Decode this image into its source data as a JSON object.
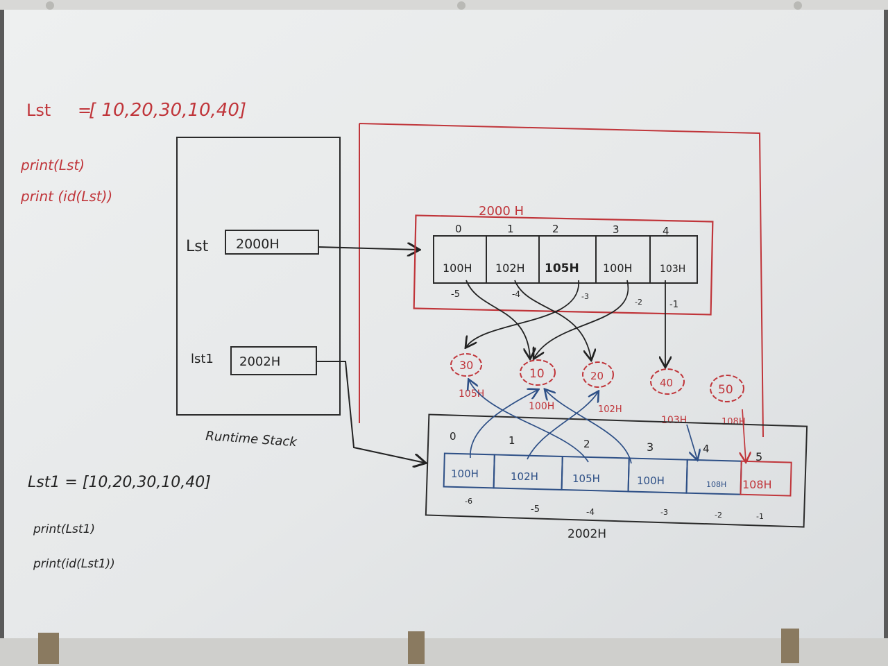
{
  "code_top": {
    "line1_name": "Lst",
    "line1_eq": "=",
    "line1_list": "[ 10,20,30,10,40]",
    "line2": "print(Lst)",
    "line3": "print (id(Lst))"
  },
  "code_bottom": {
    "line1": "Lst1 = [10,20,30,10,40]",
    "line2": "print(Lst1)",
    "line3": "print(id(Lst1))"
  },
  "stack": {
    "var1_name": "Lst",
    "var1_value": "2000H",
    "var2_name": "lst1",
    "var2_value": "2002H",
    "caption": "Runtime Stack"
  },
  "list1": {
    "address": "2000 H",
    "indices": [
      "0",
      "1",
      "2",
      "3",
      "4"
    ],
    "cells": [
      "100H",
      "102H",
      "105H",
      "100H",
      "103H"
    ],
    "neg_indices": [
      "-5",
      "-4",
      "-3",
      "-2",
      "-1"
    ]
  },
  "objects": [
    {
      "value": "30",
      "addr": "105H"
    },
    {
      "value": "10",
      "addr": "100H"
    },
    {
      "value": "20",
      "addr": "102H"
    },
    {
      "value": "40",
      "addr": "103H"
    },
    {
      "value": "50",
      "addr": "108H"
    }
  ],
  "list2": {
    "address": "2002H",
    "indices": [
      "0",
      "1",
      "2",
      "3",
      "4",
      "5"
    ],
    "cells": [
      "100H",
      "102H",
      "105H",
      "100H",
      "108H",
      "108H"
    ],
    "neg_indices": [
      "-6",
      "-5",
      "-4",
      "-3",
      "-2",
      "-1"
    ]
  },
  "colors": {
    "board": "#e9ebeb",
    "red_marker": "#c0353a",
    "black_marker": "#222222",
    "blue_marker": "#2d4f86"
  }
}
